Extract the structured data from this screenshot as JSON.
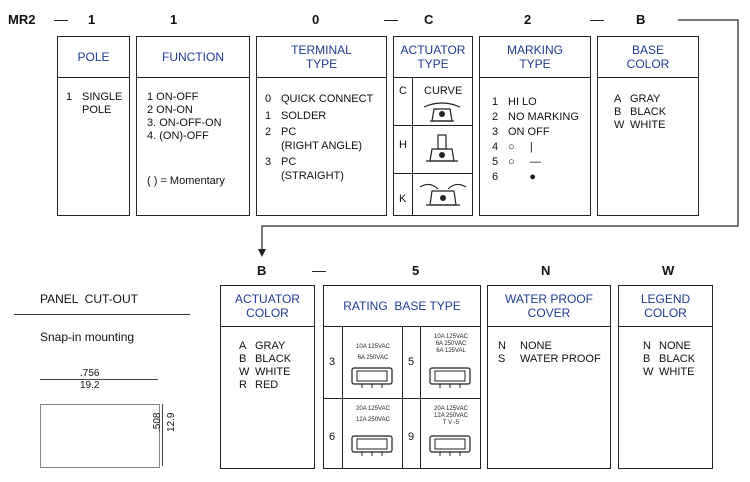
{
  "top": {
    "prefix": "MR2",
    "codes": [
      "1",
      "1",
      "0",
      "C",
      "2",
      "B"
    ]
  },
  "pole": {
    "title": "POLE",
    "items": [
      {
        "k": "1",
        "v": "SINGLE"
      },
      {
        "k": "",
        "v": "POLE"
      }
    ]
  },
  "function": {
    "title": "FUNCTION",
    "items": [
      "1  ON-OFF",
      "2  ON-ON",
      "3. ON-OFF-ON",
      "4. (ON)-OFF"
    ],
    "note": "( ) = Momentary"
  },
  "terminal": {
    "title": "TERMINAL TYPE",
    "items": [
      {
        "k": "0",
        "v": "QUICK CONNECT"
      },
      {
        "k": "1",
        "v": "SOLDER"
      },
      {
        "k": "2",
        "v": "PC"
      },
      {
        "k": "",
        "v": "(RIGHT ANGLE)"
      },
      {
        "k": "3",
        "v": "PC"
      },
      {
        "k": "",
        "v": "(STRAIGHT)"
      }
    ]
  },
  "actuator_type": {
    "title": "ACTUATOR TYPE",
    "rows": [
      {
        "k": "C",
        "v": "CURVE"
      },
      {
        "k": "H",
        "v": ""
      },
      {
        "k": "K",
        "v": ""
      }
    ]
  },
  "marking": {
    "title": "MARKING TYPE",
    "items": [
      {
        "k": "1",
        "v": "HI   LO"
      },
      {
        "k": "2",
        "v": "NO MARKING"
      },
      {
        "k": "3",
        "v": "ON   OFF"
      },
      {
        "k": "4",
        "v": "○     |"
      },
      {
        "k": "5",
        "v": "○     —"
      },
      {
        "k": "6",
        "v": "       ●"
      }
    ]
  },
  "base_color": {
    "title": "BASE COLOR",
    "items": [
      {
        "k": "A",
        "v": "GRAY"
      },
      {
        "k": "B",
        "v": "BLACK"
      },
      {
        "k": "W",
        "v": "WHITE"
      }
    ]
  },
  "second": {
    "codes": [
      "B",
      "5",
      "N",
      "W"
    ]
  },
  "actuator_color": {
    "title": "ACTUATOR COLOR",
    "items": [
      {
        "k": "A",
        "v": "GRAY"
      },
      {
        "k": "B",
        "v": "BLACK"
      },
      {
        "k": "W",
        "v": "WHITE"
      },
      {
        "k": "R",
        "v": "RED"
      }
    ]
  },
  "rating": {
    "title": "RATING  BASE TYPE",
    "cells": [
      {
        "k": "3",
        "lines": [
          "10A 125VAC",
          "6A 250VAC"
        ]
      },
      {
        "k": "5",
        "lines": [
          "10A 125VAC",
          "6A 250VAC",
          "6A 125VAL"
        ]
      },
      {
        "k": "6",
        "lines": [
          "20A 125VAC",
          "12A 250VAC"
        ]
      },
      {
        "k": "9",
        "lines": [
          "20A 125VAC",
          "12A 250VAC",
          "T V -5"
        ]
      }
    ]
  },
  "water": {
    "title": "WATER PROOF COVER",
    "items": [
      {
        "k": "N",
        "v": "NONE"
      },
      {
        "k": "S",
        "v": "WATER PROOF"
      }
    ]
  },
  "legend": {
    "title": "LEGEND COLOR",
    "items": [
      {
        "k": "N",
        "v": "NONE"
      },
      {
        "k": "B",
        "v": "BLACK"
      },
      {
        "k": "W",
        "v": "WHITE"
      }
    ]
  },
  "panel": {
    "title": "PANEL  CUT-OUT",
    "subtitle": "Snap-in mounting",
    "width_in": ".756",
    "width_mm": "19.2",
    "height_in": ".508",
    "height_mm": "12.9"
  }
}
